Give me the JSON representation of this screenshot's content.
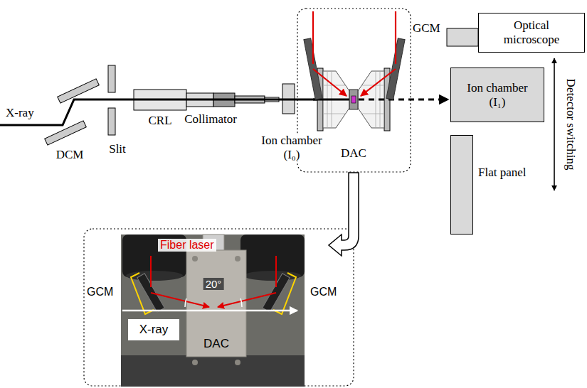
{
  "diagram": {
    "nodes": [
      {
        "text": [
          "Optical microscope"
        ]
      },
      {
        "text": [
          "Ion chamber (I₁)"
        ]
      },
      {
        "text": [
          "Flat panel"
        ]
      },
      {
        "text": [
          "X-ray"
        ]
      }
    ],
    "labels": [
      "X-ray",
      "DCM",
      "Slit",
      "CRL",
      "Collimator",
      "Ion chamber (I₀)",
      "GCM",
      "DAC",
      "Detector switching",
      "Fiber laser",
      "GCM",
      "20°",
      "GCM",
      "DAC"
    ]
  }
}
